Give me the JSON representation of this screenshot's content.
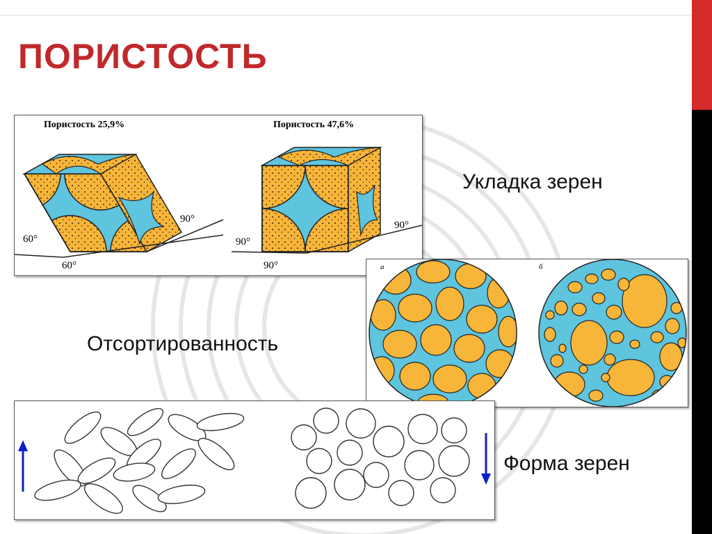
{
  "slide": {
    "title": "ПОРИСТОСТЬ",
    "colors": {
      "title": "#c0292b",
      "accent_bar": "#d42a2a",
      "grain": "#f7b53a",
      "pore": "#5fc4de",
      "arrow": "#0d1ec8"
    }
  },
  "packing": {
    "caption": "Укладка зерен",
    "left_cube": {
      "porosity_label": "Пористость 25,9%",
      "angle_left": "60°",
      "angle_bottom": "60°",
      "angle_right": "90°"
    },
    "right_cube": {
      "porosity_label": "Пористость 47,6%",
      "angle_left": "90°",
      "angle_bottom": "90°",
      "angle_right": "90°"
    }
  },
  "sorting": {
    "caption": "Отсортированность",
    "label_a": "а",
    "label_b": "б"
  },
  "shape": {
    "caption": "Форма зерен",
    "left_arrow_icon": "arrow-up-icon",
    "right_arrow_icon": "arrow-down-icon"
  }
}
